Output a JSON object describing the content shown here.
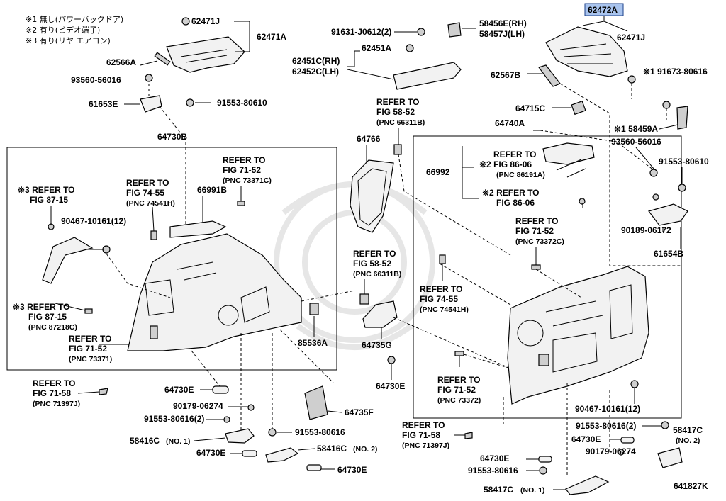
{
  "notes": [
    "※1 無し(パワーバックドア)",
    "※2 有り(ビデオ端子)",
    "※3 有り(リヤ エアコン)"
  ],
  "highlighted_part": "62472A",
  "diagram_code": "641827K",
  "labels": {
    "p62471J_a": "62471J",
    "p62471A": "62471A",
    "p62566A": "62566A",
    "p93560_a": "93560-56016",
    "p61653E": "61653E",
    "p91553_a": "91553-80610",
    "p64730B": "64730B",
    "p91631": "91631-J0612(2)",
    "p58456E": "58456E(RH)",
    "p58457J": "58457J(LH)",
    "p62451A": "62451A",
    "p62451C": "62451C(RH)",
    "p62452C": "62452C(LH)",
    "p62471J_b": "62471J",
    "p62567B": "62567B",
    "p91673": "※1 91673-80616",
    "p64715C": "64715C",
    "p58459A": "※1 58459A",
    "p64740A": "64740A",
    "p93560_b": "93560-56016",
    "p91553_b": "91553-80610",
    "p90189": "90189-06172",
    "p61654B": "61654B",
    "p64766": "64766",
    "p66992": "66992",
    "p66991B": "66991B",
    "p90467_a": "90467-10161(12)",
    "p85536A": "85536A",
    "p64735G": "64735G",
    "p64730E_a": "64730E",
    "p64730E_b": "64730E",
    "p90179_a": "90179-06274",
    "p91553_c": "91553-80616(2)",
    "p58416C_1": "58416C",
    "p58416C_1n": "(NO. 1)",
    "p64730E_c": "64730E",
    "p91553_d": "91553-80616",
    "p58416C_2": "58416C",
    "p58416C_2n": "(NO. 2)",
    "p64730E_d": "64730E",
    "p64735F": "64735F",
    "p90467_b": "90467-10161(12)",
    "p91553_e": "91553-80616(2)",
    "p58417C": "58417C",
    "p58417C_n2": "(NO. 2)",
    "p64730E_e": "64730E",
    "p90179_b": "90179-06274",
    "p64730E_f": "64730E",
    "p91553_f": "91553-80616",
    "p58417C_1": "58417C",
    "p58417C_1n": "(NO. 1)"
  },
  "refs": {
    "r1": [
      "※3 REFER TO",
      "FIG 87-15"
    ],
    "r2": [
      "※3 REFER TO",
      "FIG 87-15",
      "(PNC 87218C)"
    ],
    "r3": [
      "REFER TO",
      "FIG 74-55",
      "(PNC 74541H)"
    ],
    "r4": [
      "REFER TO",
      "FIG 71-52",
      "(PNC 73371C)"
    ],
    "r5": [
      "REFER TO",
      "FIG 71-52",
      "(PNC 73371)"
    ],
    "r6": [
      "REFER TO",
      "FIG 71-58",
      "(PNC 71397J)"
    ],
    "r7": [
      "REFER TO",
      "FIG 58-52",
      "(PNC 66311B)"
    ],
    "r8": [
      "REFER TO",
      "FIG 58-52",
      "(PNC 66311B)"
    ],
    "r9": [
      "REFER TO",
      "※2 FIG 86-06",
      "(PNC 86191A)"
    ],
    "r10": [
      "※2 REFER TO",
      "FIG 86-06"
    ],
    "r11": [
      "REFER TO",
      "FIG 71-52",
      "(PNC 73372C)"
    ],
    "r12": [
      "REFER TO",
      "FIG 74-55",
      "(PNC 74541H)"
    ],
    "r13": [
      "REFER TO",
      "FIG 71-52",
      "(PNC 73372)"
    ],
    "r14": [
      "REFER TO",
      "FIG 71-58",
      "(PNC 71397J)"
    ]
  }
}
